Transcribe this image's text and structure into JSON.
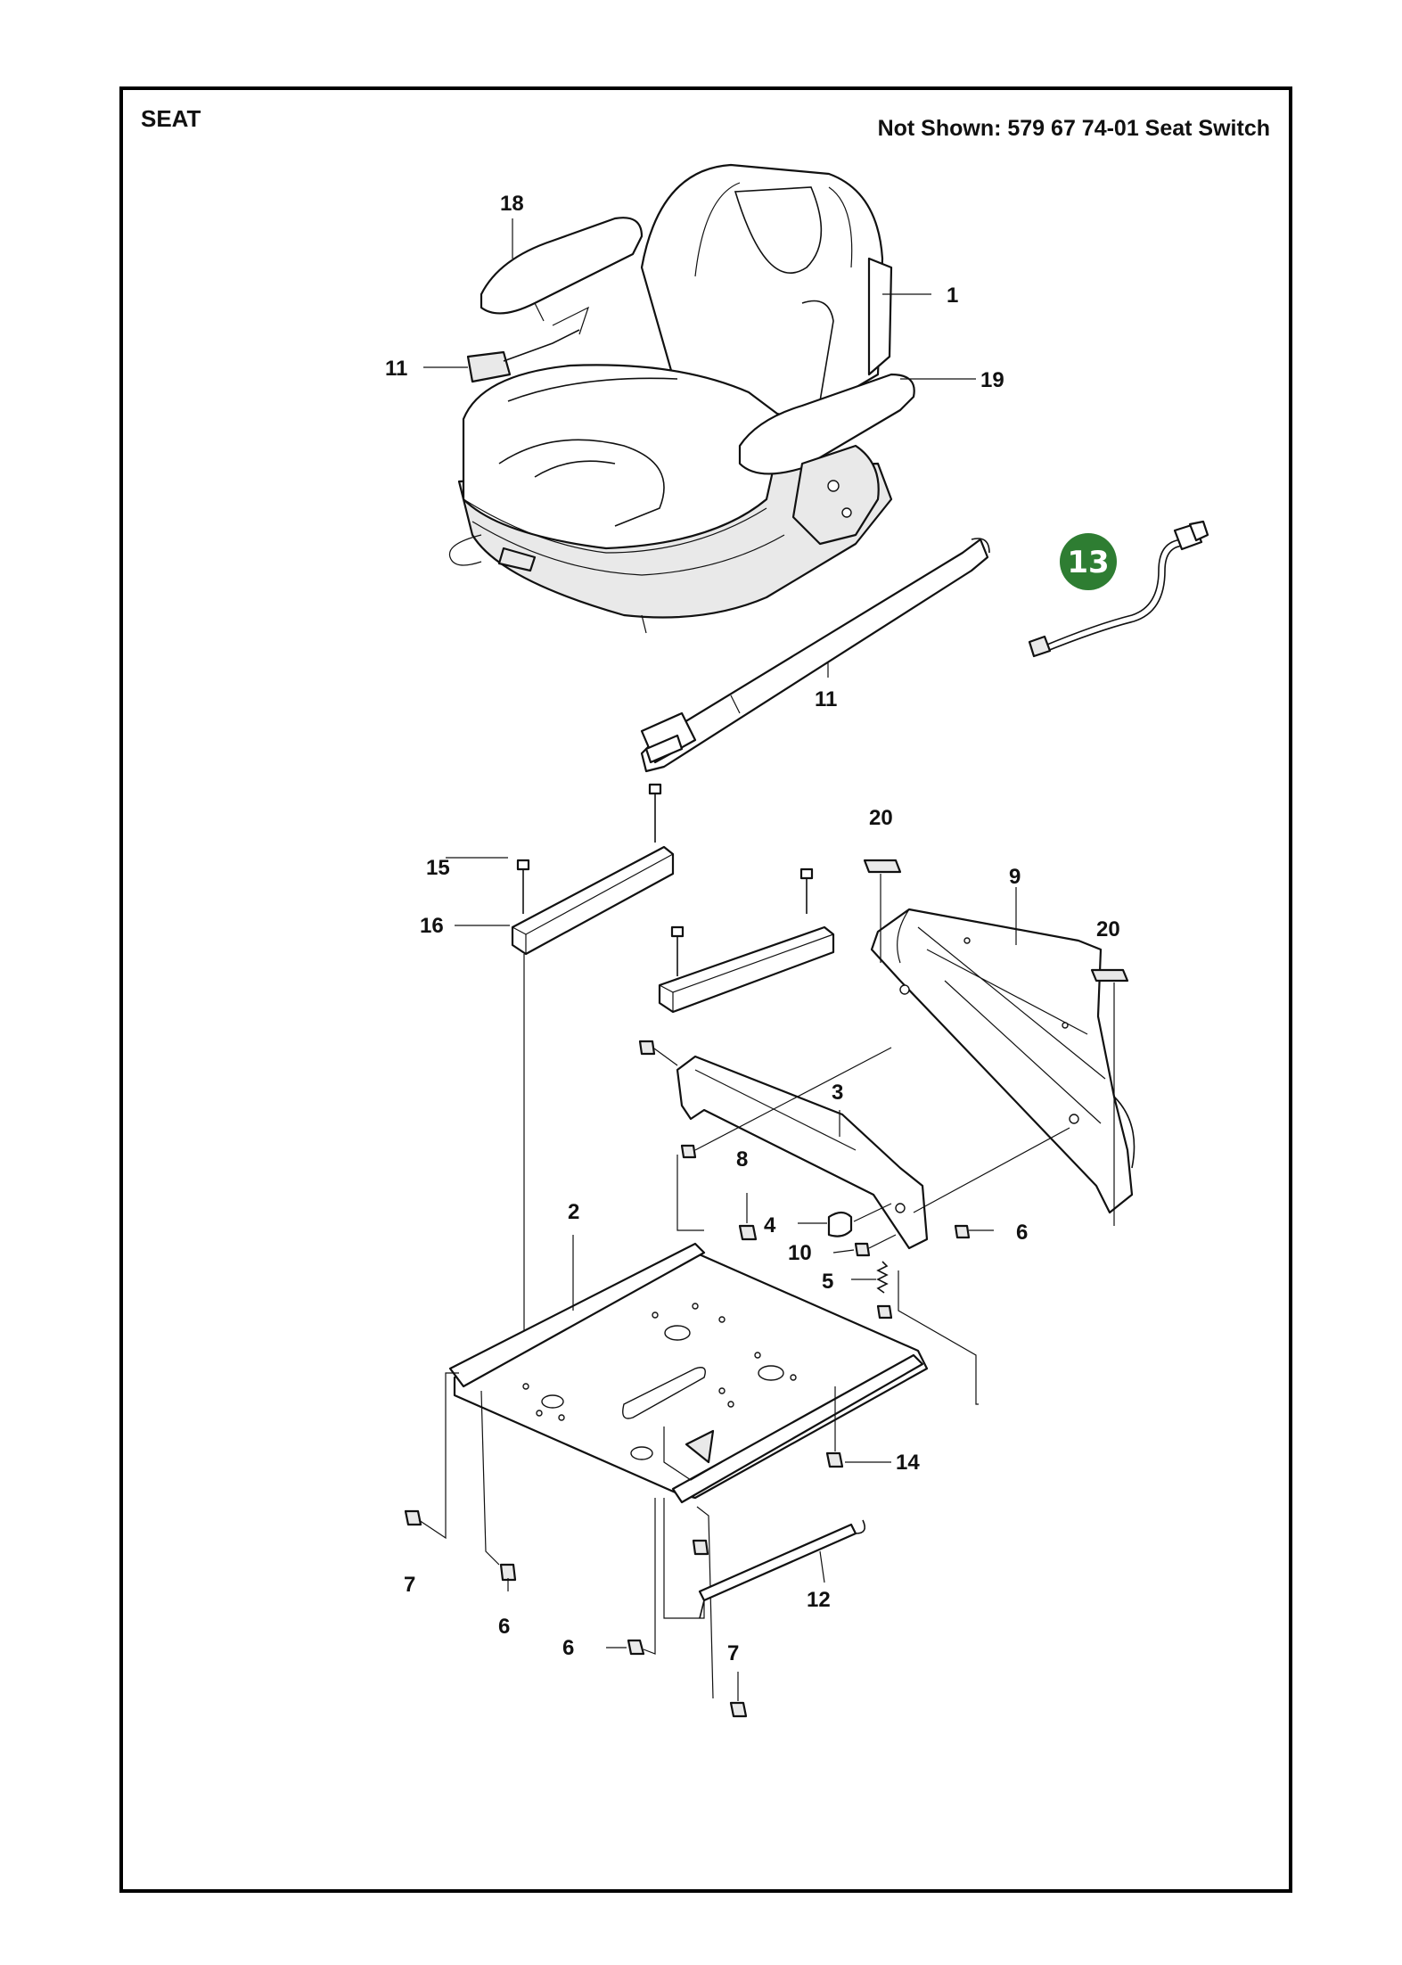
{
  "header": {
    "title": "SEAT",
    "note": "Not Shown: 579 67 74-01 Seat Switch"
  },
  "labels": {
    "l1": "1",
    "l2": "2",
    "l3": "3",
    "l4": "4",
    "l5": "5",
    "l6a": "6",
    "l6b": "6",
    "l6c": "6",
    "l7a": "7",
    "l7b": "7",
    "l8": "8",
    "l9": "9",
    "l10": "10",
    "l11a": "11",
    "l11b": "11",
    "l12": "12",
    "l13": "13",
    "l14": "14",
    "l15": "15",
    "l16": "16",
    "l18": "18",
    "l19": "19",
    "l20a": "20",
    "l20b": "20"
  },
  "colors": {
    "highlight_badge": "#2e7d32",
    "line": "#111111"
  }
}
